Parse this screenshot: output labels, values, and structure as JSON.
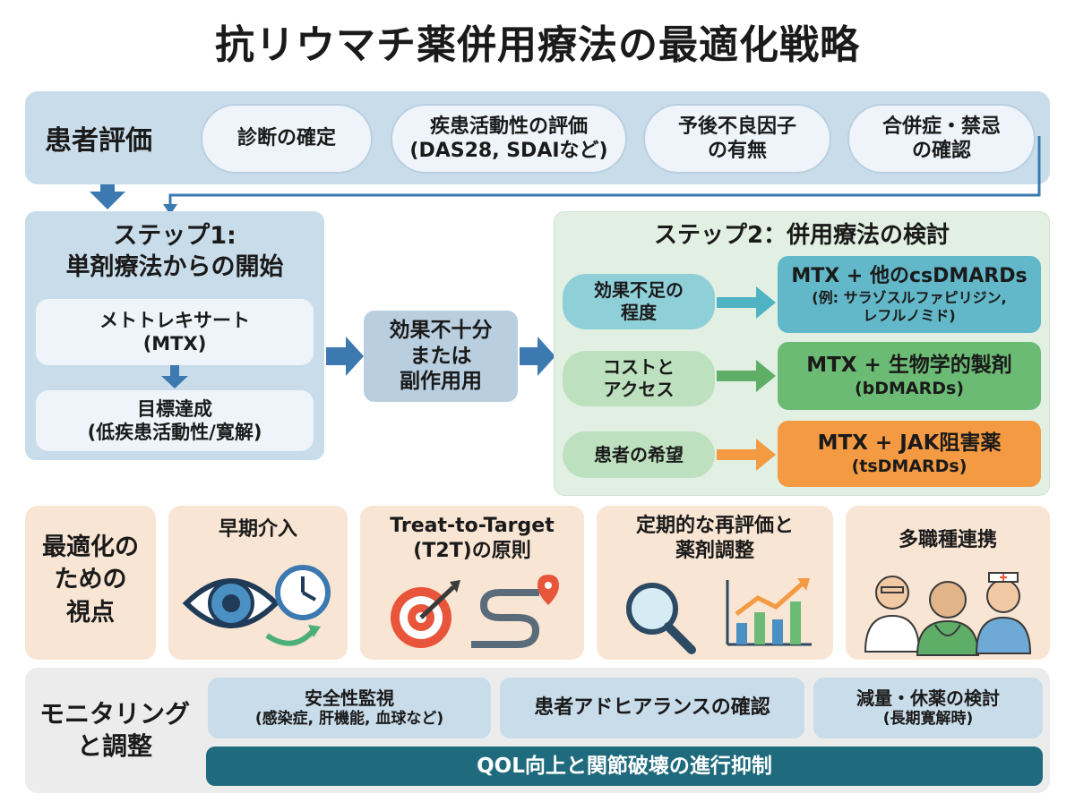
{
  "title": "抗リウマチ薬併用療法の最適化戦略",
  "assessment": {
    "label": "患者評価",
    "items": [
      {
        "line1": "診断の確定",
        "line2": ""
      },
      {
        "line1": "疾患活動性の評価",
        "line2": "(DAS28, SDAIなど)"
      },
      {
        "line1": "予後不良因子",
        "line2": "の有無"
      },
      {
        "line1": "合併症・禁忌",
        "line2": "の確認"
      }
    ]
  },
  "step1": {
    "title_line1": "ステップ1:",
    "title_line2": "単剤療法からの開始",
    "drug_line1": "メトトレキサート",
    "drug_line2": "(MTX)",
    "goal_line1": "目標達成",
    "goal_line2": "(低疾患活動性/寛解)"
  },
  "middle": {
    "line1": "効果不十分",
    "line2": "または",
    "line3": "副作用用"
  },
  "step2": {
    "title": "ステップ2：併用療法の検討",
    "factors": [
      {
        "line1": "効果不足の",
        "line2": "程度"
      },
      {
        "line1": "コストと",
        "line2": "アクセス"
      },
      {
        "line1": "患者の希望",
        "line2": ""
      }
    ],
    "options": [
      {
        "line1": "MTX + 他のcsDMARDs",
        "line2": "(例: サラゾスルファピリジン,",
        "line3": "レフルノミド)"
      },
      {
        "line1": "MTX + 生物学的製剤",
        "line2": "(bDMARDs)",
        "line3": ""
      },
      {
        "line1": "MTX + JAK阻害薬",
        "line2": "(tsDMARDs)",
        "line3": ""
      }
    ]
  },
  "perspectives": {
    "label_line1": "最適化の",
    "label_line2": "ための",
    "label_line3": "視点",
    "items": [
      {
        "line1": "早期介入",
        "line2": "",
        "icon": "eye-clock-icon"
      },
      {
        "line1": "Treat-to-Target",
        "line2": "(T2T)の原則",
        "icon": "target-path-icon"
      },
      {
        "line1": "定期的な再評価と",
        "line2": "薬剤調整",
        "icon": "magnifier-chart-icon"
      },
      {
        "line1": "多職種連携",
        "line2": "",
        "icon": "medical-team-icon"
      }
    ]
  },
  "monitoring": {
    "label_line1": "モニタリング",
    "label_line2": "と調整",
    "items": [
      {
        "line1": "安全性監視",
        "line2": "(感染症, 肝機能, 血球など)"
      },
      {
        "line1": "患者アドヒアランスの確認",
        "line2": ""
      },
      {
        "line1": "減量・休薬の検討",
        "line2": "(長期寛解時)"
      }
    ],
    "goal": "QOL向上と関節破壊の進行抑制"
  },
  "colors": {
    "blue_panel": "#c9dcea",
    "teal": "#62b8c8",
    "green": "#6cbb74",
    "orange": "#f39a42",
    "dark_teal": "#1f6b7d",
    "arrow_blue": "#3b79b0"
  }
}
